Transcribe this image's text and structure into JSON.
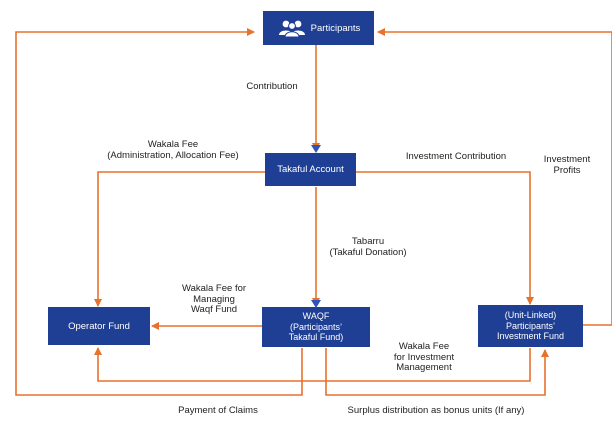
{
  "nodes": {
    "participants": "Participants",
    "takaful_account": "Takaful Account",
    "operator_fund": "Operator Fund",
    "waqf": "WAQF\n(Participants’\nTakaful Fund)",
    "investment_fund": "(Unit-Linked)\nParticipants’\nInvestment Fund"
  },
  "edges": {
    "contribution": "Contribution",
    "wakala_fee": "Wakala Fee\n(Administration, Allocation Fee)",
    "investment_contribution": "Investment Contribution",
    "investment_profits": "Investment\nProfits",
    "tabarru": "Tabarru\n(Takaful Donation)",
    "wakala_fee_waqf": "Wakala Fee for\nManaging\nWaqf Fund",
    "wakala_fee_investment": "Wakala Fee\nfor Investment\nManagement",
    "payment_of_claims": "Payment of Claims",
    "surplus_distribution": "Surplus distribution as bonus units (If any)"
  },
  "colors": {
    "box": "#1f3f95",
    "arrow": "#e8712b",
    "arrow_down": "#2b56b8"
  }
}
